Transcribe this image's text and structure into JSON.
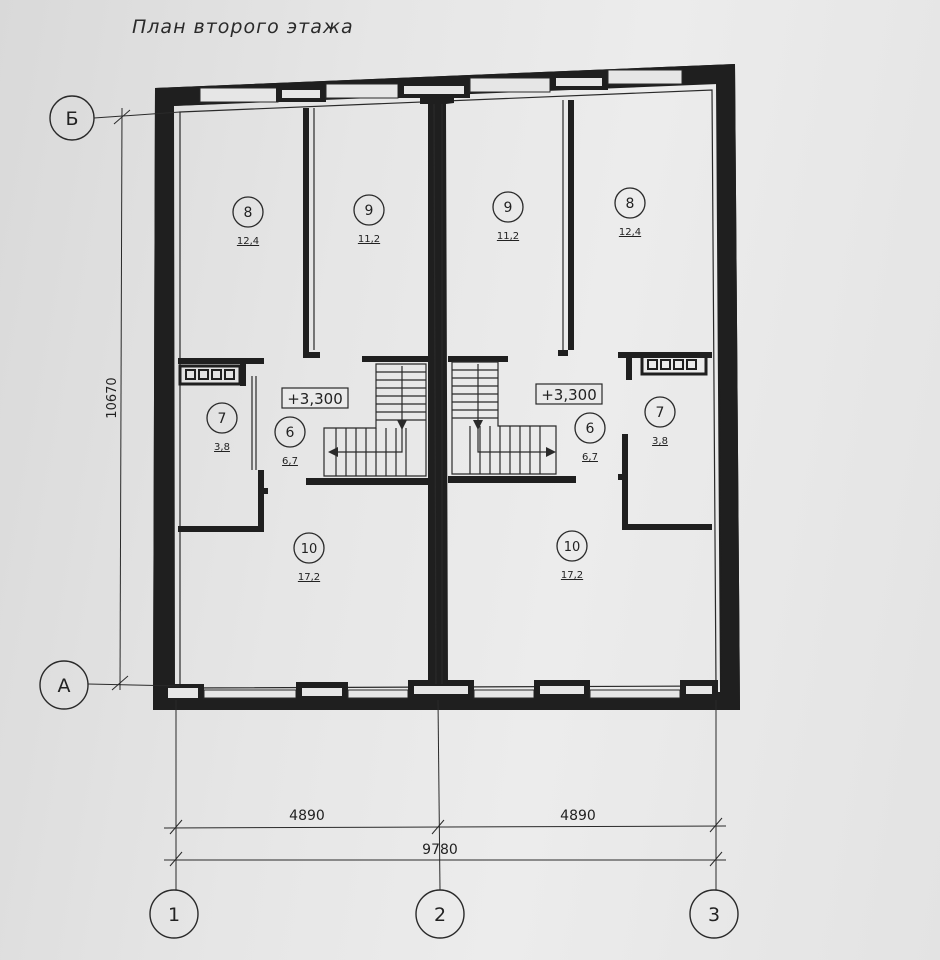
{
  "title": "План второго этажа",
  "axes": {
    "rows": [
      {
        "label": "Б"
      },
      {
        "label": "А"
      }
    ],
    "columns": [
      {
        "label": "1"
      },
      {
        "label": "2"
      },
      {
        "label": "3"
      }
    ]
  },
  "dimensions": {
    "height_total": "10670",
    "left_width": "4890",
    "right_width": "4890",
    "total_width": "9780"
  },
  "level_marks": [
    "+3,300",
    "+3,300"
  ],
  "rooms": [
    {
      "number": "8",
      "area": "12,4"
    },
    {
      "number": "9",
      "area": "11,2"
    },
    {
      "number": "9",
      "area": "11,2"
    },
    {
      "number": "8",
      "area": "12,4"
    },
    {
      "number": "7",
      "area": "3,8"
    },
    {
      "number": "6",
      "area": "6,7"
    },
    {
      "number": "6",
      "area": "6,7"
    },
    {
      "number": "7",
      "area": "3,8"
    },
    {
      "number": "10",
      "area": "17,2"
    },
    {
      "number": "10",
      "area": "17,2"
    }
  ],
  "colors": {
    "ink": "#1f1f1f",
    "paper": "#e6e6e6"
  }
}
